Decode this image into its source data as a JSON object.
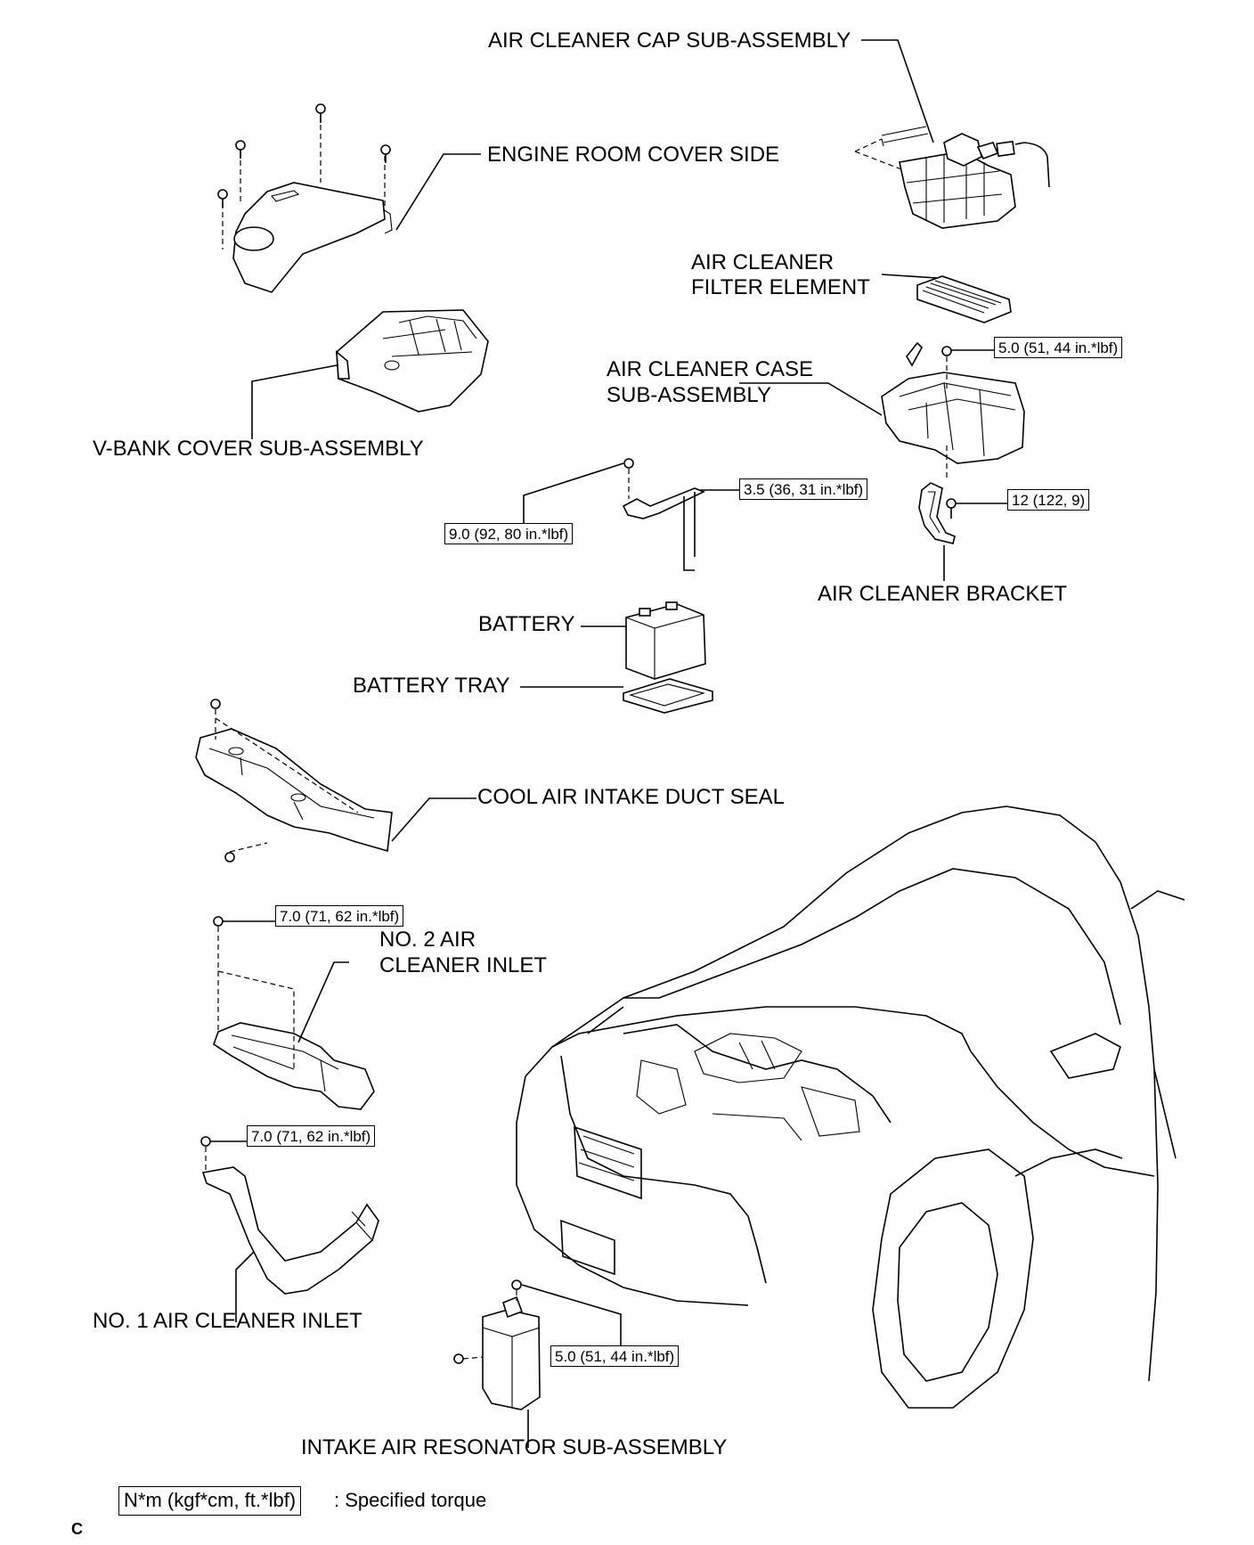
{
  "labels": {
    "air_cleaner_cap": "AIR CLEANER CAP SUB-ASSEMBLY",
    "engine_room_cover_side": "ENGINE ROOM COVER SIDE",
    "air_cleaner_filter_line1": "AIR CLEANER",
    "air_cleaner_filter_line2": "FILTER ELEMENT",
    "air_cleaner_case_line1": "AIR CLEANER CASE",
    "air_cleaner_case_line2": "SUB-ASSEMBLY",
    "v_bank_cover": "V-BANK COVER SUB-ASSEMBLY",
    "air_cleaner_bracket": "AIR CLEANER BRACKET",
    "battery": "BATTERY",
    "battery_tray": "BATTERY TRAY",
    "cool_air_duct_seal": "COOL AIR INTAKE DUCT SEAL",
    "no2_inlet_line1": "NO. 2 AIR",
    "no2_inlet_line2": "CLEANER INLET",
    "no1_inlet": "NO. 1 AIR CLEANER INLET",
    "resonator": "INTAKE AIR RESONATOR SUB-ASSEMBLY"
  },
  "torques": {
    "case_bolt": "5.0 (51, 44 in.*lbf)",
    "bracket_bolt": "12 (122, 9)",
    "clamp_bolt": "3.5 (36, 31 in.*lbf)",
    "battery_bolt": "9.0 (92, 80 in.*lbf)",
    "no2_inlet_bolt": "7.0 (71, 62 in.*lbf)",
    "no1_inlet_bolt": "7.0 (71, 62 in.*lbf)",
    "resonator_bolt": "5.0 (51, 44 in.*lbf)"
  },
  "legend": {
    "unit_box": "N*m (kgf*cm, ft.*lbf)",
    "meaning": ": Specified torque"
  },
  "corner_mark": "C"
}
